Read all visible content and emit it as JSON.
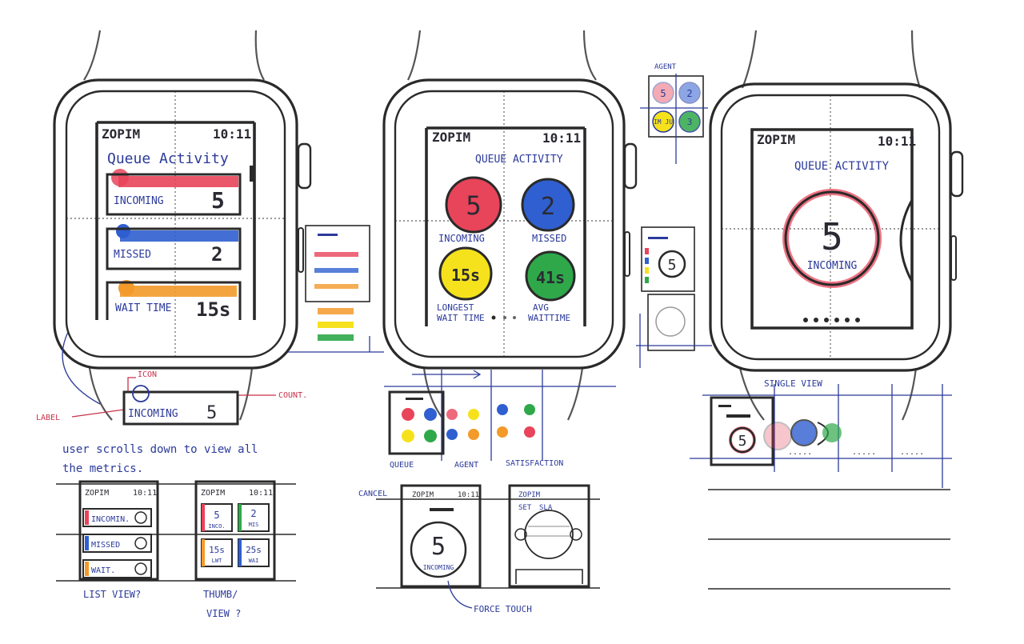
{
  "watch1": {
    "brand": "ZOPIM",
    "time": "10:11",
    "title": "Queue Activity",
    "rows": [
      {
        "label": "INCOMING",
        "value": "5"
      },
      {
        "label": "MISSED",
        "value": "2"
      },
      {
        "label": "WAIT TIME",
        "value": "15s"
      }
    ]
  },
  "watch2": {
    "brand": "ZOPIM",
    "time": "10:11",
    "title": "QUEUE ACTIVITY",
    "circles": [
      {
        "value": "5",
        "label": "INCOMING"
      },
      {
        "value": "2",
        "label": "MISSED"
      },
      {
        "value": "15s",
        "label_line1": "LONGEST",
        "label_line2": "WAIT TIME"
      },
      {
        "value": "41s",
        "label_line1": "AVG",
        "label_line2": "WAITTIME"
      }
    ]
  },
  "watch3": {
    "brand": "ZOPIM",
    "time": "10:11",
    "title": "QUEUE ACTIVITY",
    "value": "5",
    "label": "INCOMING"
  },
  "agent_sketch": {
    "title": "AGENT",
    "cells": [
      "5",
      "2",
      "IM\nJU",
      "3"
    ]
  },
  "annotations": {
    "icon": "ICON",
    "label": "LABEL",
    "count": "COUNT.",
    "sample_label": "INCOMING",
    "sample_value": "5",
    "scroll_note_line1": "user scrolls down to view all",
    "scroll_note_line2": "the metrics.",
    "queue": "QUEUE",
    "agent": "AGENT",
    "satisfaction": "SATISFACTION",
    "single_view": "SINGLE VIEW",
    "cancel": "CANCEL",
    "force_touch": "FORCE TOUCH",
    "list_view_line1": "LIST VIEW?",
    "thumb_view_line1": "THUMB/",
    "thumb_view_line2": "VIEW ?"
  },
  "list_view": {
    "brand": "ZOPIM",
    "time": "10:11",
    "rows": [
      "INCOMIN.",
      "MISSED",
      "WAIT."
    ]
  },
  "thumb_view": {
    "brand": "ZOPIM",
    "time": "10:11",
    "tiles": [
      {
        "value": "5",
        "label": "INCO."
      },
      {
        "value": "2",
        "label": "MIS"
      },
      {
        "value": "15s",
        "label": "LWT"
      },
      {
        "value": "25s",
        "label": "WAI"
      }
    ]
  },
  "force_touch_screen": {
    "brand": "ZOPIM",
    "time": "10:11",
    "value": "5",
    "label": "INCOMING"
  },
  "sla_screen": {
    "brand": "ZOPIM",
    "line2_a": "SET",
    "line2_b": "SLA"
  },
  "colors": {
    "red": "#e8445a",
    "blue": "#2f5fd0",
    "orange": "#f39a2a",
    "yellow": "#f5e21c",
    "green": "#2fa84a",
    "ink_blue": "#2b3a9a",
    "ink_red": "#c8324a"
  }
}
